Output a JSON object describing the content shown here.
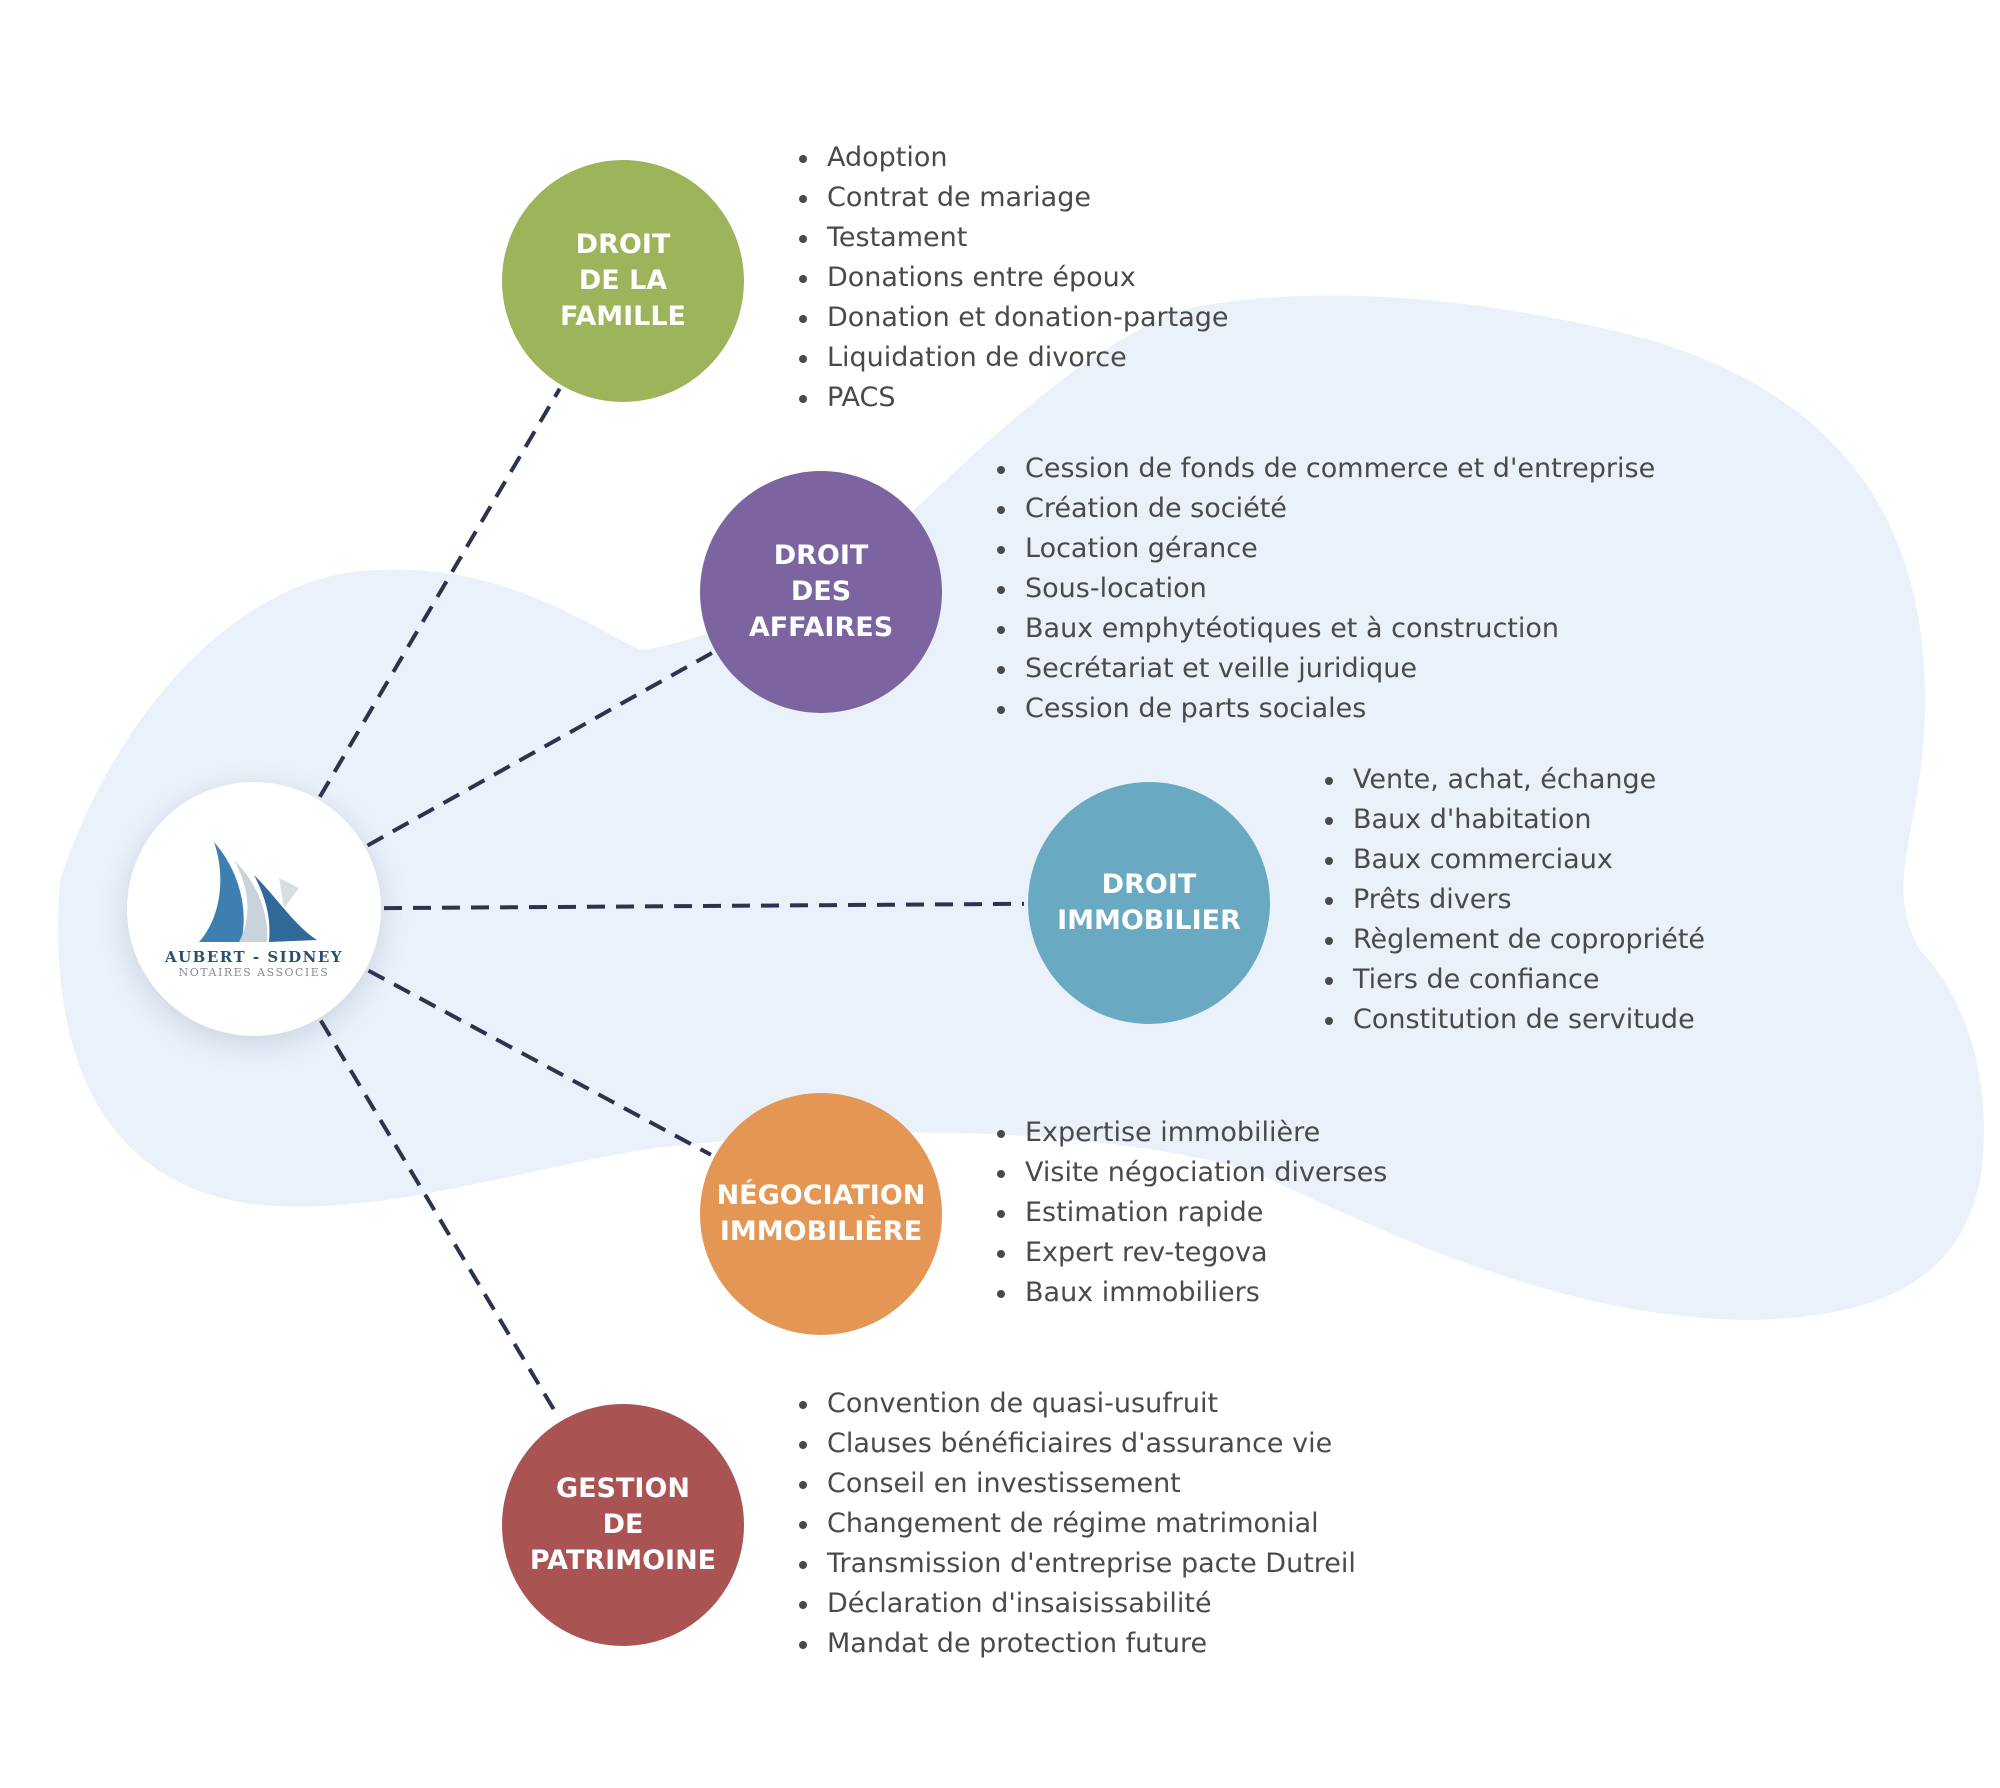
{
  "logo": {
    "name": "AUBERT - SIDNEY",
    "subtitle": "NOTAIRES ASSOCIES"
  },
  "colors": {
    "background_blob": "#eaf1fa",
    "connector": "#2c3350",
    "famille": "#9db45a",
    "affaires": "#7c64a0",
    "immobilier": "#6aa9c2",
    "negociation": "#e49755",
    "patrimoine": "#a95352"
  },
  "categories": [
    {
      "label": "DROIT\nDE LA\nFAMILLE",
      "color": "#9db45a",
      "items": [
        "Adoption",
        "Contrat de mariage",
        "Testament",
        "Donations entre époux",
        "Donation et donation-partage",
        "Liquidation de divorce",
        "PACS"
      ]
    },
    {
      "label": "DROIT\nDES\nAFFAIRES",
      "color": "#7c64a0",
      "items": [
        "Cession de fonds de commerce et d'entreprise",
        "Création de société",
        "Location gérance",
        "Sous-location",
        "Baux emphytéotiques et à construction",
        "Secrétariat et veille juridique",
        "Cession de parts sociales"
      ]
    },
    {
      "label": "DROIT\nIMMOBILIER",
      "color": "#6aa9c2",
      "items": [
        "Vente, achat, échange",
        "Baux d'habitation",
        "Baux commerciaux",
        "Prêts divers",
        "Règlement de copropriété",
        "Tiers de confiance",
        "Constitution de servitude"
      ]
    },
    {
      "label": "NÉGOCIATION\nIMMOBILIÈRE",
      "color": "#e49755",
      "items": [
        "Expertise immobilière",
        "Visite négociation diverses",
        "Estimation rapide",
        "Expert rev-tegova",
        "Baux immobiliers"
      ]
    },
    {
      "label": "GESTION\nDE\nPATRIMOINE",
      "color": "#a95352",
      "items": [
        "Convention de quasi-usufruit",
        "Clauses bénéficiaires d'assurance vie",
        "Conseil en investissement",
        "Changement de régime matrimonial",
        "Transmission d'entreprise pacte Dutreil",
        "Déclaration d'insaisissabilité",
        "Mandat de protection future"
      ]
    }
  ]
}
